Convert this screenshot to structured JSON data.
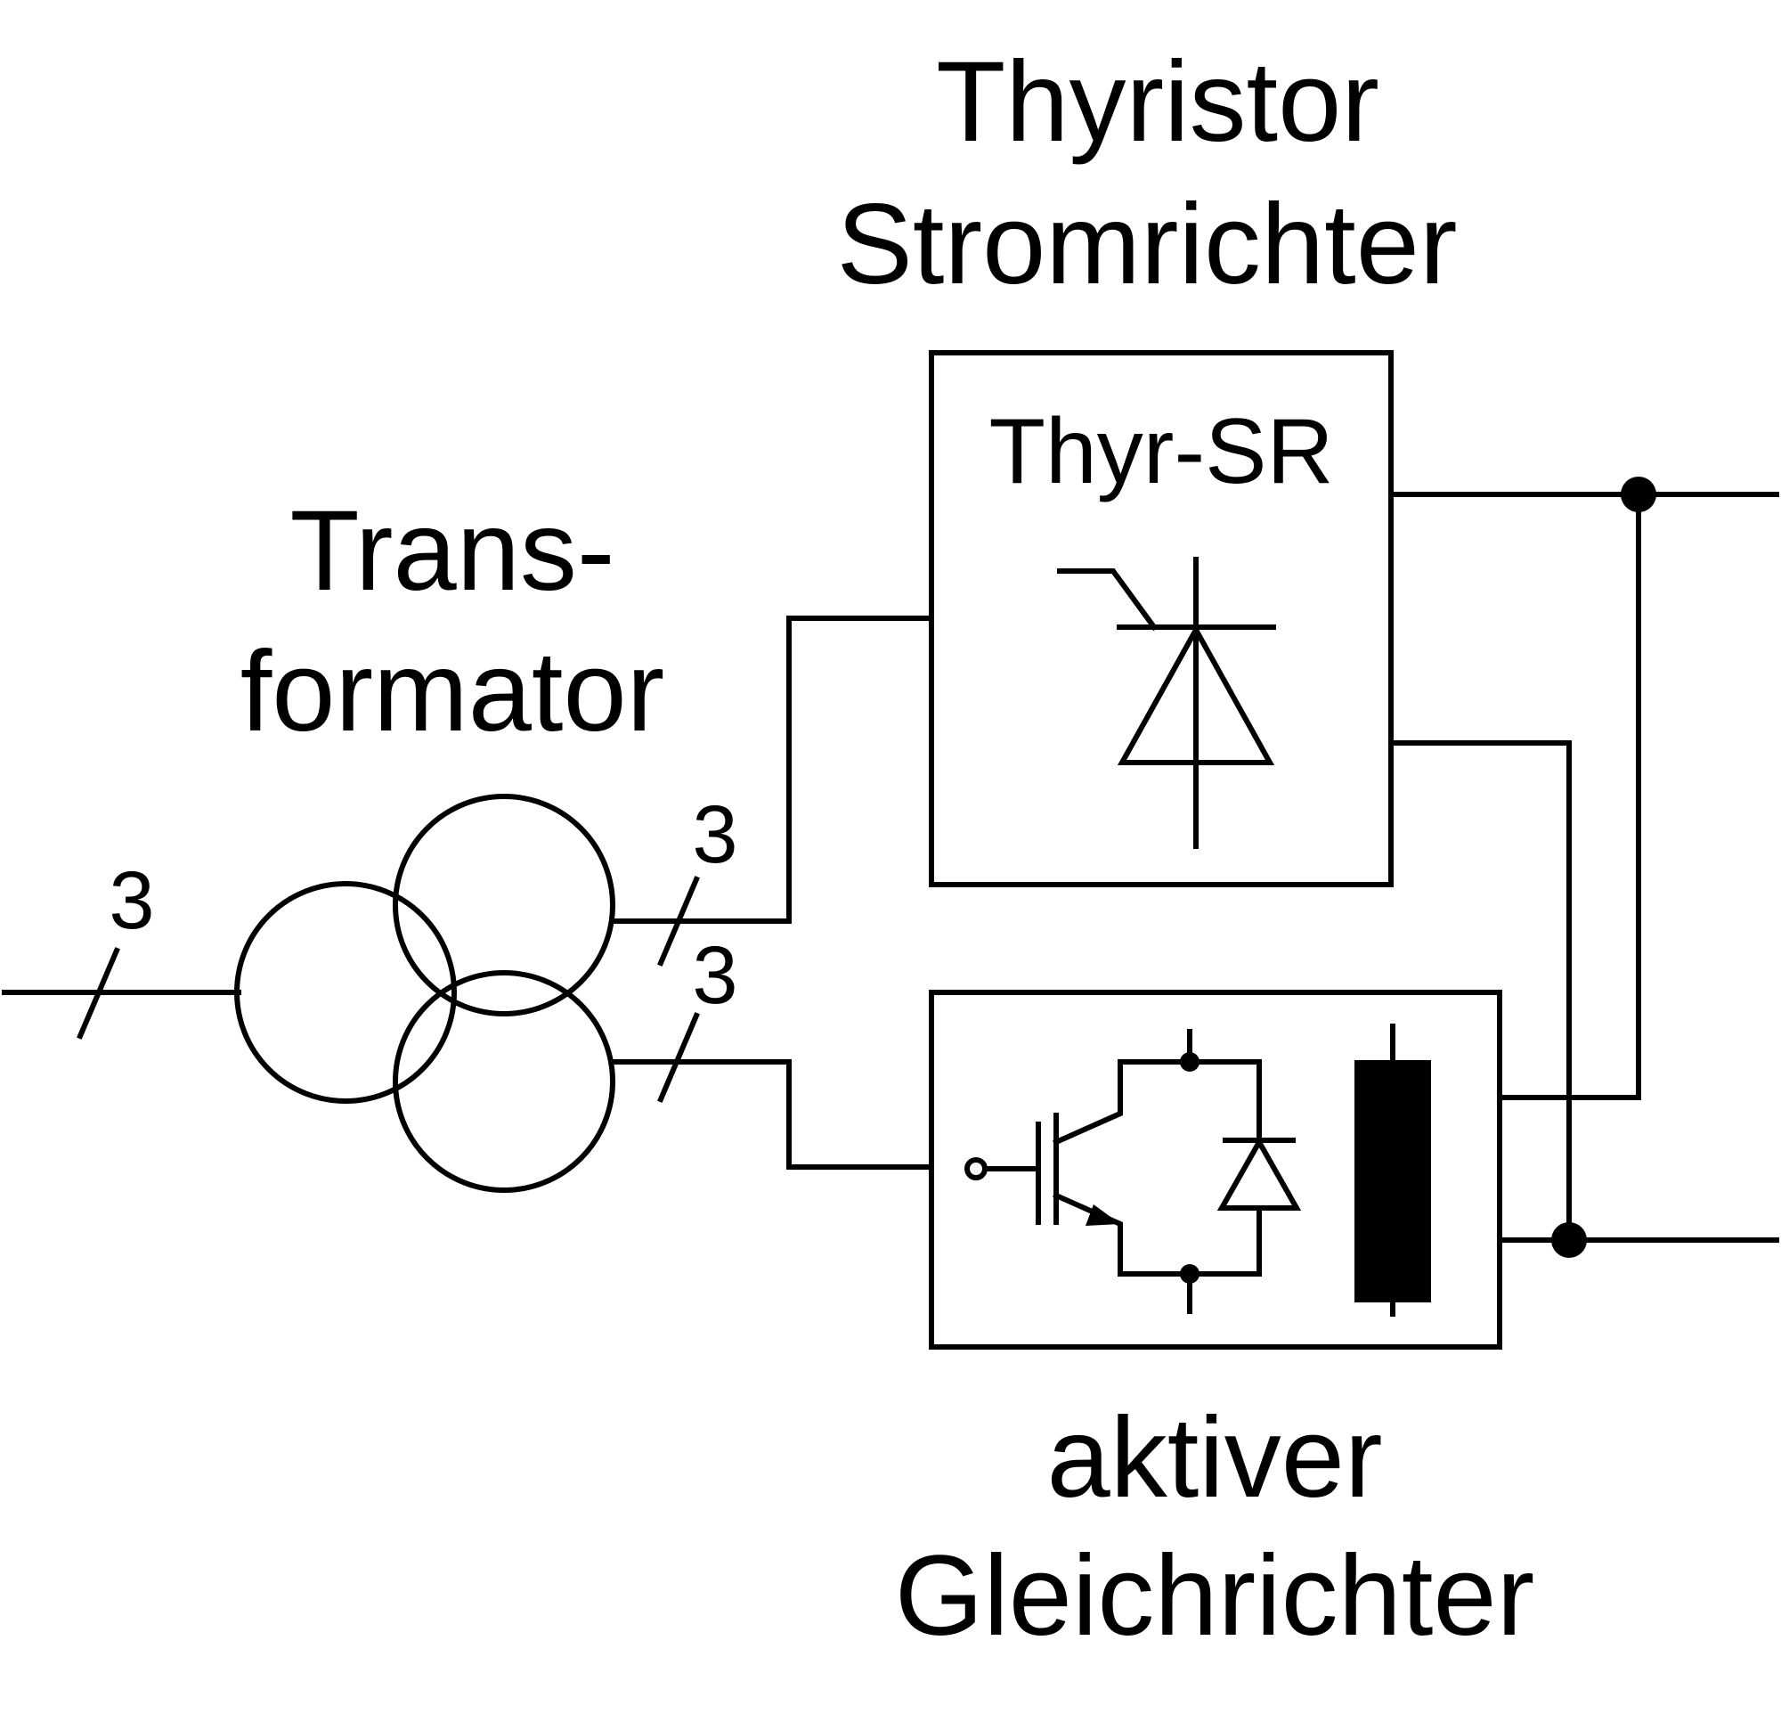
{
  "labels": {
    "thyristor_title_line1": "Thyristor",
    "thyristor_title_line2": "Stromrichter",
    "thyr_sr_box": "Thyr-SR",
    "transformer_line1": "Trans-",
    "transformer_line2": "formator",
    "active_rectifier_line1": "aktiver",
    "active_rectifier_line2": "Gleichrichter",
    "phase_count_input": "3",
    "phase_count_upper": "3",
    "phase_count_lower": "3"
  },
  "colors": {
    "stroke": "#000000",
    "background": "#ffffff"
  }
}
